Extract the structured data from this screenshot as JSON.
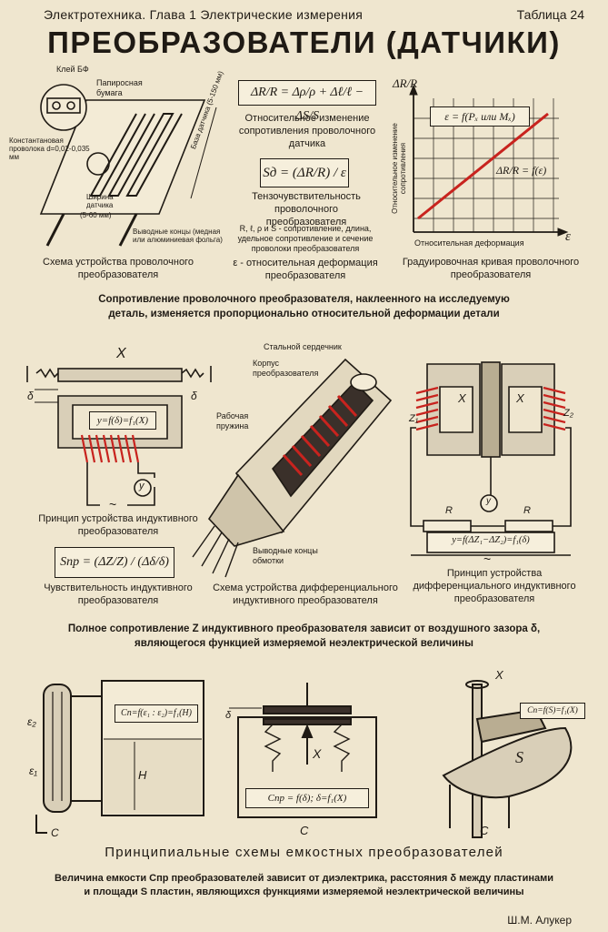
{
  "header": {
    "left": "Электротехника. Глава 1 Электрические измерения",
    "right": "Таблица 24"
  },
  "title": "ПРЕОБРАЗОВАТЕЛИ (ДАТЧИКИ)",
  "section1": {
    "sensor_labels": {
      "glue": "Клей БФ",
      "paper": "Папиросная бумага",
      "wire": "Константановая проволока d=0,02-0,035 мм",
      "base": "База датчика (5-150 мм)",
      "width": "Ширина датчика",
      "width_dim": "(5-60 мм)",
      "leads": "Выводные концы (медная или алюминиевая фольга)"
    },
    "sensor_caption": "Схема устройства проволочного преобразователя",
    "formula1": "ΔR/R = Δρ/ρ + Δℓ/ℓ − ΔS/S",
    "formula1_caption": "Относительное изменение сопротивления проволочного датчика",
    "formula2": "Sд = (ΔR/R) / ε",
    "formula2_caption": "Тензочувствительность проволочного преобразователя",
    "legend": "R, ℓ, ρ и S - сопротивление, длина, удельное сопротивление и сечение проволоки преобразователя",
    "legend2": "ε - относительная деформация преобразователя",
    "graph": {
      "y_axis": "ΔR/R",
      "y_label": "Относительное изменение сопротивления",
      "x_label": "Относительная деформация",
      "x_axis": "ε",
      "formula": "ε = f(Pₓ или Mₓ)",
      "line_label": "ΔR/R = f(ε)"
    },
    "graph_caption": "Градуировочная кривая проволочного преобразователя",
    "statement": "Сопротивление проволочного преобразователя, наклеенного на исследуемую деталь, изменяется пропорционально относительной деформации детали"
  },
  "section2": {
    "x_label": "X",
    "delta": "δ",
    "core_formula": "y=f(δ)=f₁(X)",
    "meter": "y",
    "ac": "~",
    "inductive_caption": "Принцип устройства индуктивного преобразователя",
    "sensitivity_formula": "Sпр = (ΔZ/Z) / (Δδ/δ)",
    "sensitivity_caption": "Чувствительность индуктивного преобразователя",
    "device_labels": {
      "core": "Стальной сердечник",
      "body": "Корпус преобразователя",
      "spring": "Рабочая пружина",
      "leads": "Выводные концы обмотки"
    },
    "device_caption": "Схема устройства дифференциального индуктивного преобразователя",
    "diff": {
      "z1": "Z₁",
      "z2": "Z₂",
      "r": "R",
      "formula": "y=f(ΔZ₁−ΔZ₂)=f₁(δ)"
    },
    "diff_caption": "Принцип устройства дифференциального индуктивного преобразователя",
    "statement": "Полное сопротивление Z индуктивного преобразователя зависит от воздушного зазора δ, являющегося функцией измеряемой неэлектрической величины"
  },
  "section3": {
    "level_formula": "Cп=f(ε₁ : ε₂)=f₁(H)",
    "eps2": "ε₂",
    "eps1": "ε₁",
    "h": "H",
    "c": "C",
    "plate_formula": "Cпр = f(δ); δ=f₁(X)",
    "plate_x": "X",
    "rot_formula": "Cп=f(S)=f₁(X)",
    "rot_s": "S",
    "rot_x": "X",
    "caption": "Принципиальные схемы емкостных преобразователей",
    "statement": "Величина емкости Cпр преобразователей зависит от диэлектрика, расстояния δ между пластинами и площади S пластин, являющихся функциями измеряемой неэлектрической величины"
  },
  "author": "Ш.М. Алукер",
  "colors": {
    "paper": "#efe6cf",
    "ink": "#1f1a14",
    "accent": "#c8231e"
  }
}
